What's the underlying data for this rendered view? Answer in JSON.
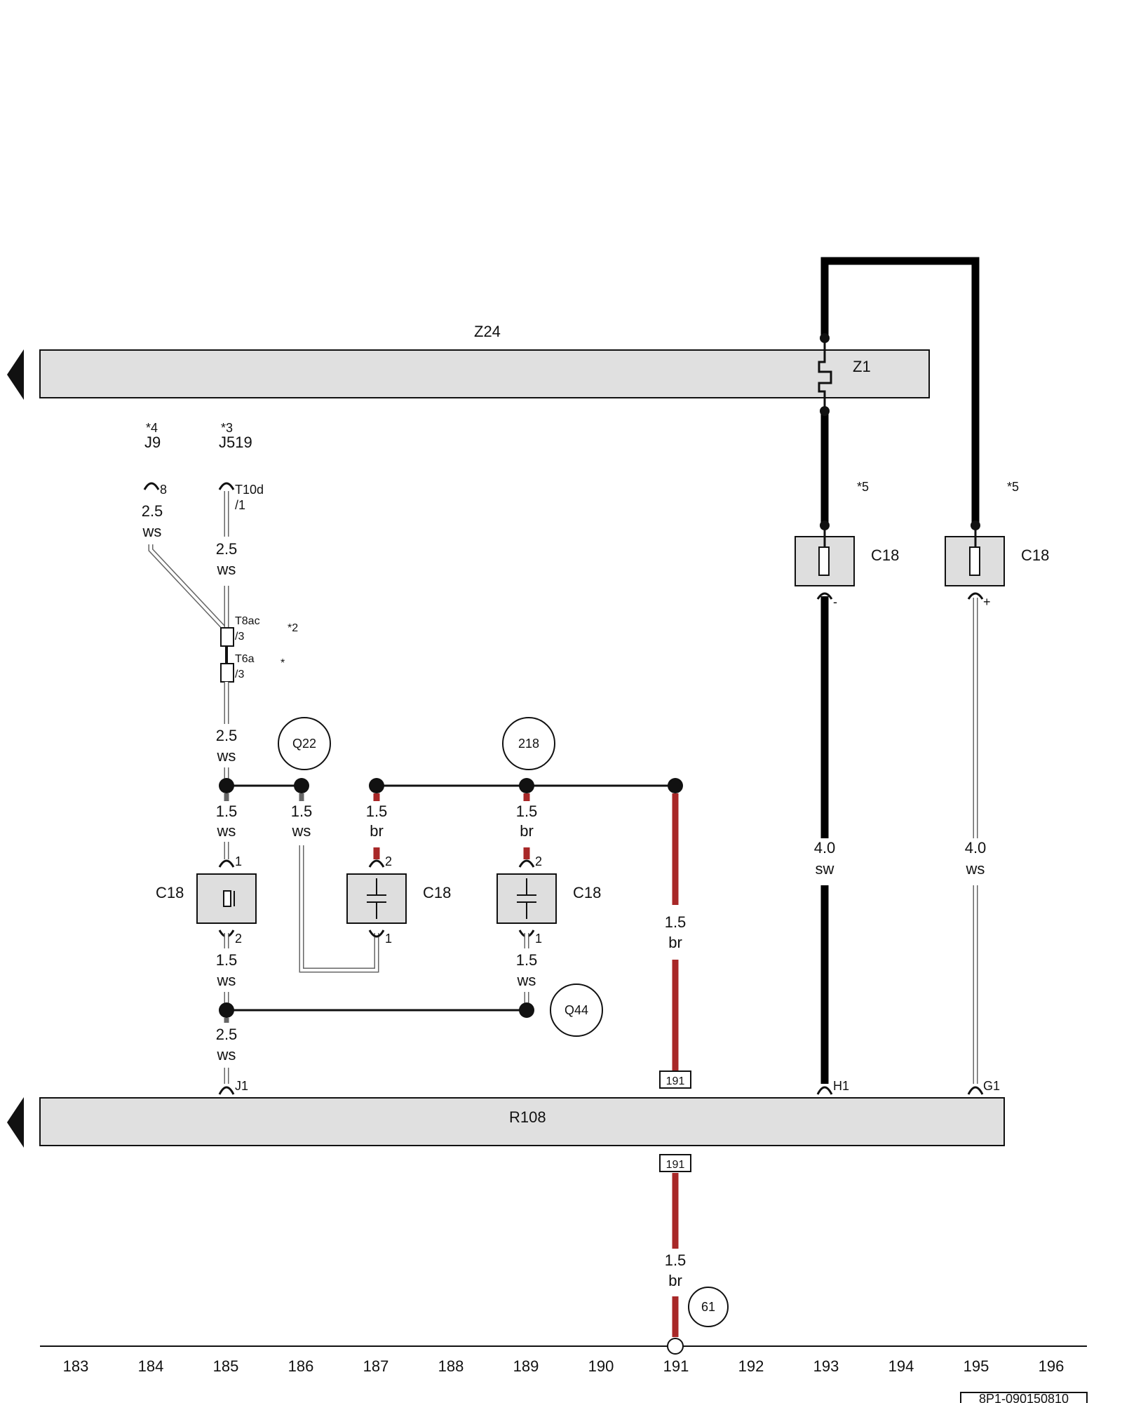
{
  "components": {
    "z24": "Z24",
    "z1": "Z1",
    "r108": "R108",
    "j9": "J9",
    "j9_note": "*4",
    "j519": "J519",
    "j519_note": "*3",
    "c18_1": "C18",
    "c18_2": "C18",
    "c18_3": "C18",
    "c18_4": "C18",
    "c18_5": "C18"
  },
  "connectors": {
    "pin8": "8",
    "t10d": "T10d",
    "t10d_pin": "/1",
    "t8ac": "T8ac",
    "t8ac_pin": "/3",
    "t8ac_note": "*2",
    "t6a": "T6a",
    "t6a_pin": "/3",
    "t6a_note": "*",
    "note5a": "*5",
    "note5b": "*5",
    "minus": "-",
    "plus": "+",
    "p1a": "1",
    "p2a": "2",
    "p2b": "2",
    "p1b": "1",
    "p2c": "2",
    "p1c": "1",
    "j1": "J1",
    "h1": "H1",
    "g1": "G1",
    "ref191a": "191",
    "ref191b": "191"
  },
  "refs": {
    "q22": "Q22",
    "r218": "218",
    "q44": "Q44",
    "r61": "61"
  },
  "wires": {
    "w_j9_size": "2.5",
    "w_j9_color": "ws",
    "w_j519_size": "2.5",
    "w_j519_color": "ws",
    "w_t6a_size": "2.5",
    "w_t6a_color": "ws",
    "w_c1_top_size": "1.5",
    "w_c1_top_color": "ws",
    "w_186_size": "1.5",
    "w_186_color": "ws",
    "w_c2_top_size": "1.5",
    "w_c2_top_color": "br",
    "w_c3_top_size": "1.5",
    "w_c3_top_color": "br",
    "w_c1_bot_size": "1.5",
    "w_c1_bot_color": "ws",
    "w_c3_bot_size": "1.5",
    "w_c3_bot_color": "ws",
    "w_j1_size": "2.5",
    "w_j1_color": "ws",
    "w_191_size": "1.5",
    "w_191_color": "br",
    "w_193_size": "4.0",
    "w_193_color": "sw",
    "w_195_size": "4.0",
    "w_195_color": "ws",
    "w_191b_size": "1.5",
    "w_191b_color": "br"
  },
  "axis": {
    "ticks": [
      "183",
      "184",
      "185",
      "186",
      "187",
      "188",
      "189",
      "190",
      "191",
      "192",
      "193",
      "194",
      "195",
      "196"
    ]
  },
  "doc_code": "8P1-090150810",
  "colors": {
    "brown_wire": "#a82828",
    "black_wire": "#000000",
    "bar_fill": "#e0e0e0"
  }
}
